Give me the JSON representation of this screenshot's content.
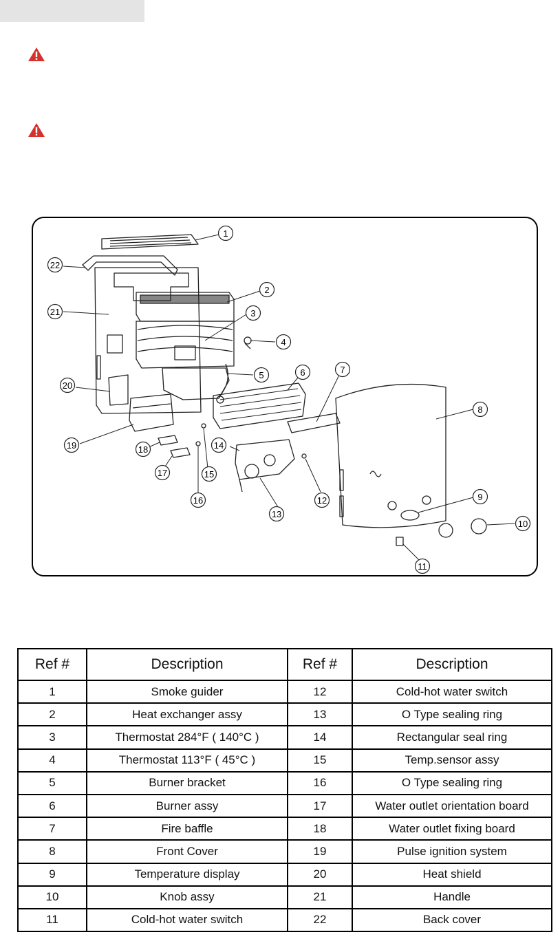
{
  "diagram": {
    "callouts": [
      "1",
      "2",
      "3",
      "4",
      "5",
      "6",
      "7",
      "8",
      "9",
      "10",
      "11",
      "12",
      "13",
      "14",
      "15",
      "16",
      "17",
      "18",
      "19",
      "20",
      "21",
      "22"
    ]
  },
  "table": {
    "headers": [
      "Ref #",
      "Description",
      "Ref #",
      "Description"
    ],
    "rows": [
      {
        "ref_a": "1",
        "desc_a": "Smoke guider",
        "ref_b": "12",
        "desc_b": "Cold-hot water switch"
      },
      {
        "ref_a": "2",
        "desc_a": "Heat exchanger assy",
        "ref_b": "13",
        "desc_b": "O Type sealing ring"
      },
      {
        "ref_a": "3",
        "desc_a": "Thermostat 284°F ( 140°C )",
        "ref_b": "14",
        "desc_b": "Rectangular seal ring"
      },
      {
        "ref_a": "4",
        "desc_a": "Thermostat 113°F ( 45°C )",
        "ref_b": "15",
        "desc_b": "Temp.sensor assy"
      },
      {
        "ref_a": "5",
        "desc_a": "Burner bracket",
        "ref_b": "16",
        "desc_b": "O Type sealing ring"
      },
      {
        "ref_a": "6",
        "desc_a": "Burner assy",
        "ref_b": "17",
        "desc_b": "Water outlet orientation  board"
      },
      {
        "ref_a": "7",
        "desc_a": "Fire baffle",
        "ref_b": "18",
        "desc_b": "Water outlet fixing board"
      },
      {
        "ref_a": "8",
        "desc_a": "Front Cover",
        "ref_b": "19",
        "desc_b": "Pulse ignition system"
      },
      {
        "ref_a": "9",
        "desc_a": "Temperature display",
        "ref_b": "20",
        "desc_b": "Heat shield"
      },
      {
        "ref_a": "10",
        "desc_a": "Knob assy",
        "ref_b": "21",
        "desc_b": "Handle"
      },
      {
        "ref_a": "11",
        "desc_a": "Cold-hot water switch",
        "ref_b": "22",
        "desc_b": "Back cover"
      }
    ]
  }
}
